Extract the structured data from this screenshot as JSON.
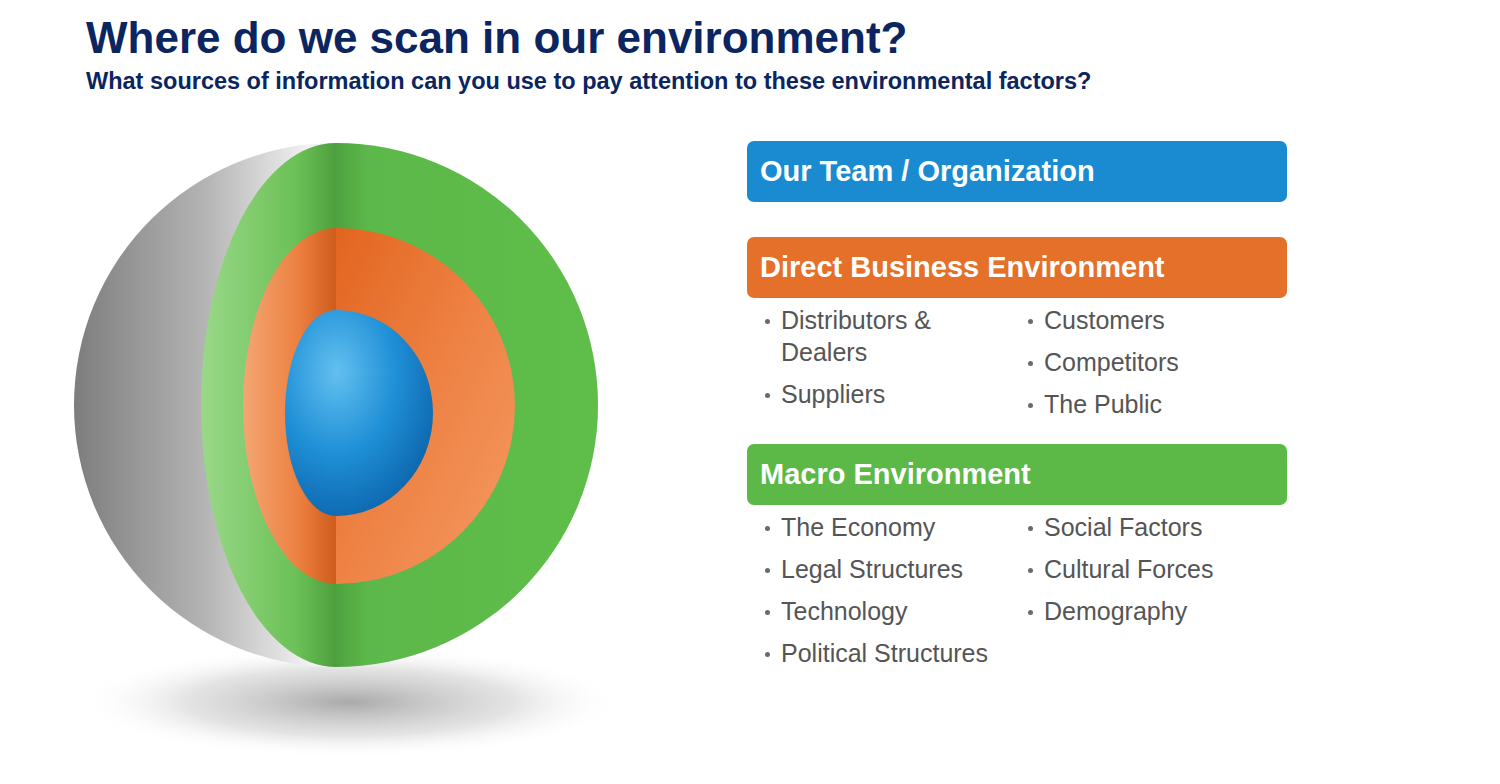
{
  "diagram": {
    "title": "Where do we scan in our environment?",
    "nodes": [
      {
        "text": [
          "Our Team / Organization"
        ]
      },
      {
        "text": [
          "Direct Business Environment",
          "Distributors & Dealers",
          "Suppliers",
          "Customers",
          "Competitors",
          "The Public"
        ]
      },
      {
        "text": [
          "Macro Environment",
          "The Economy",
          "Legal Structures",
          "Technology",
          "Political Structures",
          "Social Factors",
          "Cultural Forces",
          "Demography"
        ]
      }
    ],
    "labels": [
      "What sources of information can you use to pay attention to these environmental factors?"
    ]
  }
}
